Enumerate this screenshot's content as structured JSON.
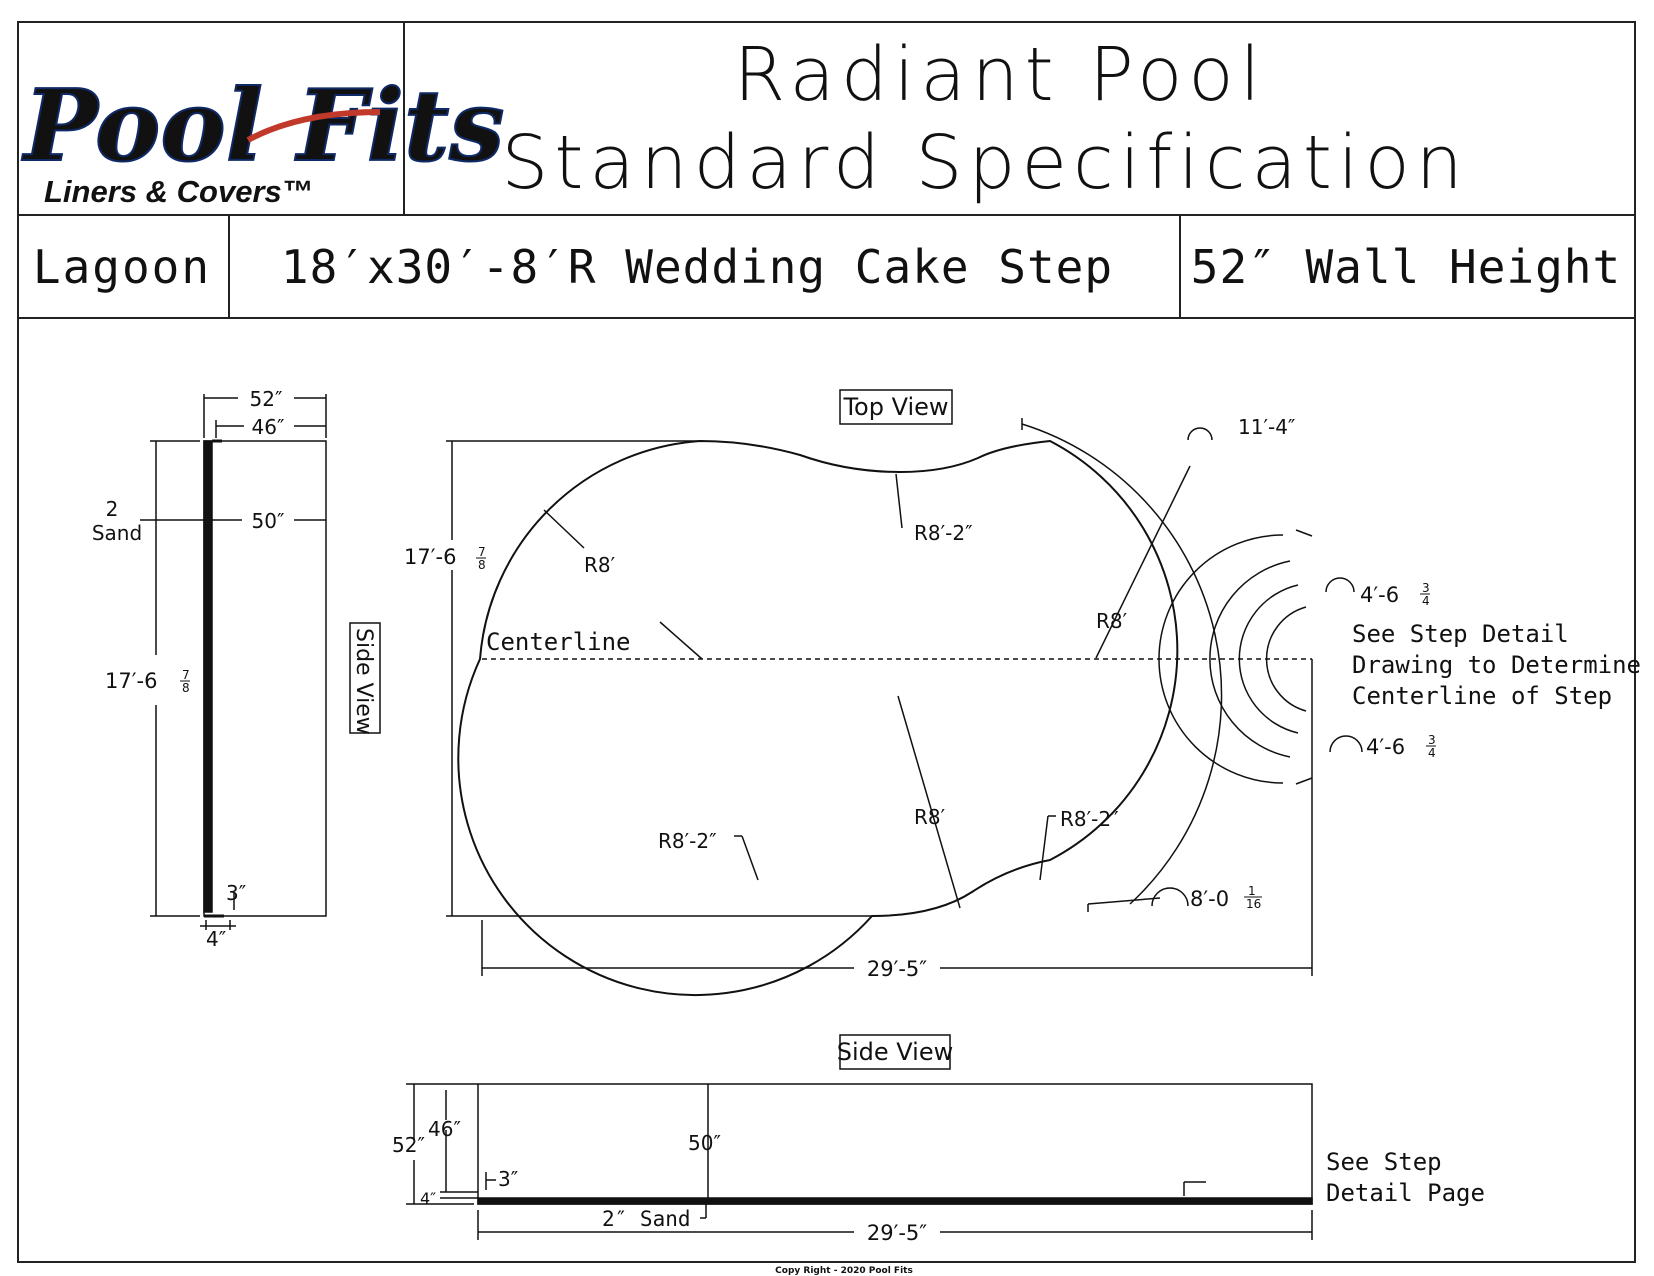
{
  "logo": {
    "brand": "Pool Fits",
    "tagline": "Liners & Covers™",
    "colors": {
      "blue": "#2f5aa8",
      "red": "#c0392b"
    }
  },
  "header": {
    "title_line1": "Radiant Pool",
    "title_line2": "Standard Specification",
    "model": "Lagoon",
    "size": "18′x30′-8′R Wedding Cake Step",
    "wall": "52″ Wall Height"
  },
  "side_view_left": {
    "label": "Side View",
    "dim_52": "52″",
    "dim_46": "46″",
    "dim_50": "50″",
    "sand_num": "2",
    "sand_word": "Sand",
    "dim_length": "17′-6",
    "dim_length_frac_n": "7",
    "dim_length_frac_d": "8",
    "dim_3": "3″",
    "dim_4": "4″"
  },
  "top_view": {
    "label": "Top View",
    "width_dim": "17′-6",
    "width_frac_n": "7",
    "width_frac_d": "8",
    "r8_left": "R8′",
    "r82_top": "R8′-2″",
    "r8_right": "R8′",
    "centerline": "Centerline",
    "r8_bottom": "R8′",
    "r82_bottom_left": "R8′-2″",
    "r82_bottom_right": "R8′-2″",
    "arc_top": "11′-4″",
    "step_top": "4′-6",
    "step_top_frac_n": "3",
    "step_top_frac_d": "4",
    "step_bottom": "4′-6",
    "step_bottom_frac_n": "3",
    "step_bottom_frac_d": "4",
    "arc_bottom": "8′-0",
    "arc_bottom_frac_n": "1",
    "arc_bottom_frac_d": "16",
    "length_dim": "29′-5″",
    "note_line1": "See Step Detail",
    "note_line2": "Drawing to Determine",
    "note_line3": "Centerline of Step"
  },
  "side_view_bottom": {
    "label": "Side View",
    "dim_52": "52″",
    "dim_46": "46″",
    "dim_50": "50″",
    "dim_3": "3″",
    "dim_4": "4″",
    "sand": "2″ Sand",
    "length_dim": "29′-5″",
    "note_line1": "See Step",
    "note_line2": "Detail Page"
  },
  "footer": {
    "copyright": "Copy Right - 2020 Pool Fits"
  }
}
